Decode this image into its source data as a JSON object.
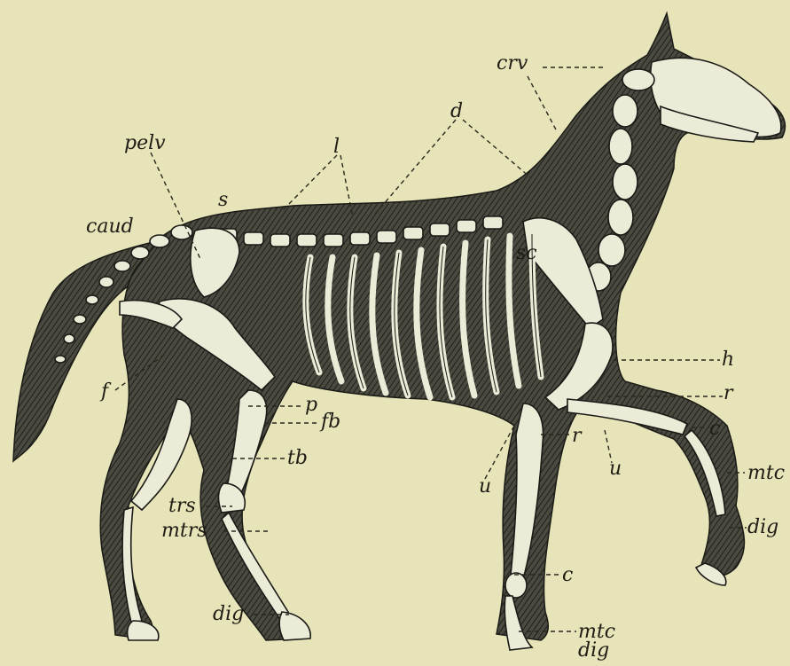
{
  "labels": {
    "crv": "crv",
    "d": "d",
    "l": "l",
    "pelv": "pelv",
    "s": "s",
    "caud": "caud",
    "sc": "sc",
    "h": "h",
    "r_fore": "r",
    "c_fore": "c",
    "mtc_fore": "mtc",
    "dig_fore": "dig",
    "u_left": "u",
    "r_mid": "r",
    "u_right": "u",
    "c_leg": "c",
    "mtc_leg": "mtc",
    "dig_leg": "dig",
    "f": "f",
    "p": "p",
    "fb": "fb",
    "tb": "tb",
    "trs": "trs",
    "mtrs": "mtrs",
    "dig_hind": "dig"
  },
  "colors": {
    "background": "#e6e4b8",
    "body": "#3a3a33",
    "bone": "#ecebd8",
    "ink": "#1e1c14"
  }
}
